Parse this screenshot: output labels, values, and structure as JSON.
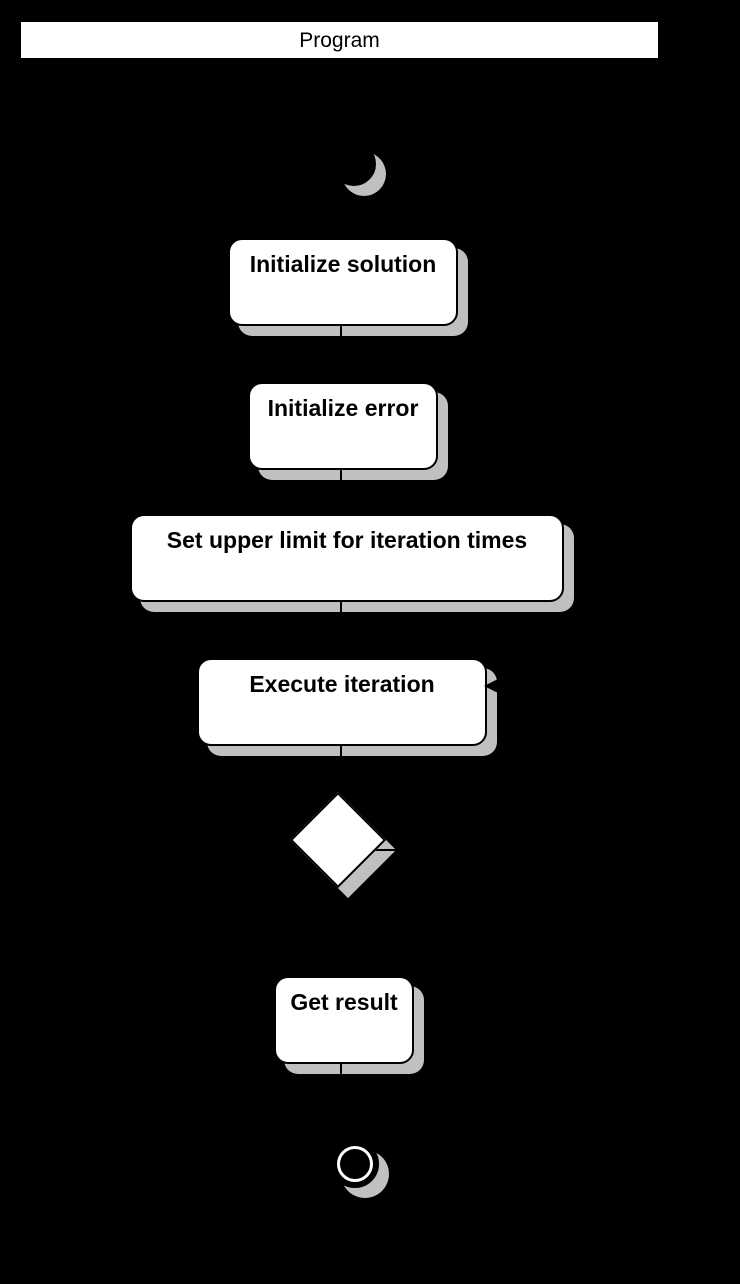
{
  "window": {
    "title": "Program",
    "background_color": "#000000",
    "title_bar_color": "#ffffff"
  },
  "theme": {
    "node_fill": "#ffffff",
    "node_border": "#000000",
    "shadow_color": "#c0c0c0",
    "text_color": "#000000",
    "edge_color": "#000000"
  },
  "diagram": {
    "type": "flowchart",
    "orientation": "top-to-bottom",
    "nodes": [
      {
        "id": "start",
        "kind": "start-circle",
        "label": ""
      },
      {
        "id": "n1",
        "kind": "process",
        "label": "Initialize solution"
      },
      {
        "id": "n2",
        "kind": "process",
        "label": "Initialize error"
      },
      {
        "id": "n3",
        "kind": "process",
        "label": "Set upper limit for iteration times"
      },
      {
        "id": "n4",
        "kind": "process",
        "label": "Execute iteration"
      },
      {
        "id": "d1",
        "kind": "decision",
        "label": ""
      },
      {
        "id": "n5",
        "kind": "process",
        "label": "Get result"
      },
      {
        "id": "end",
        "kind": "end-circle",
        "label": ""
      }
    ],
    "edges": [
      {
        "from": "start",
        "to": "n1",
        "label": ""
      },
      {
        "from": "n1",
        "to": "n2",
        "label": ""
      },
      {
        "from": "n2",
        "to": "n3",
        "label": ""
      },
      {
        "from": "n3",
        "to": "n4",
        "label": ""
      },
      {
        "from": "n4",
        "to": "d1",
        "label": ""
      },
      {
        "from": "d1",
        "to": "n4",
        "label": ""
      },
      {
        "from": "d1",
        "to": "n5",
        "label": ""
      },
      {
        "from": "n5",
        "to": "end",
        "label": ""
      }
    ]
  }
}
